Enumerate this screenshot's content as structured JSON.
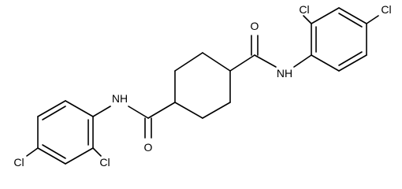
{
  "structure": {
    "atom_labels": {
      "o_upper": "O",
      "nh_right": "NH",
      "nh_left": "NH",
      "o_lower": "O",
      "cl_top_left": "Cl",
      "cl_top_right": "Cl",
      "cl_bottom_left": "Cl",
      "cl_bottom_right": "Cl"
    },
    "colors": {
      "bond": "#000000",
      "text": "#000000",
      "background": "#ffffff"
    }
  }
}
